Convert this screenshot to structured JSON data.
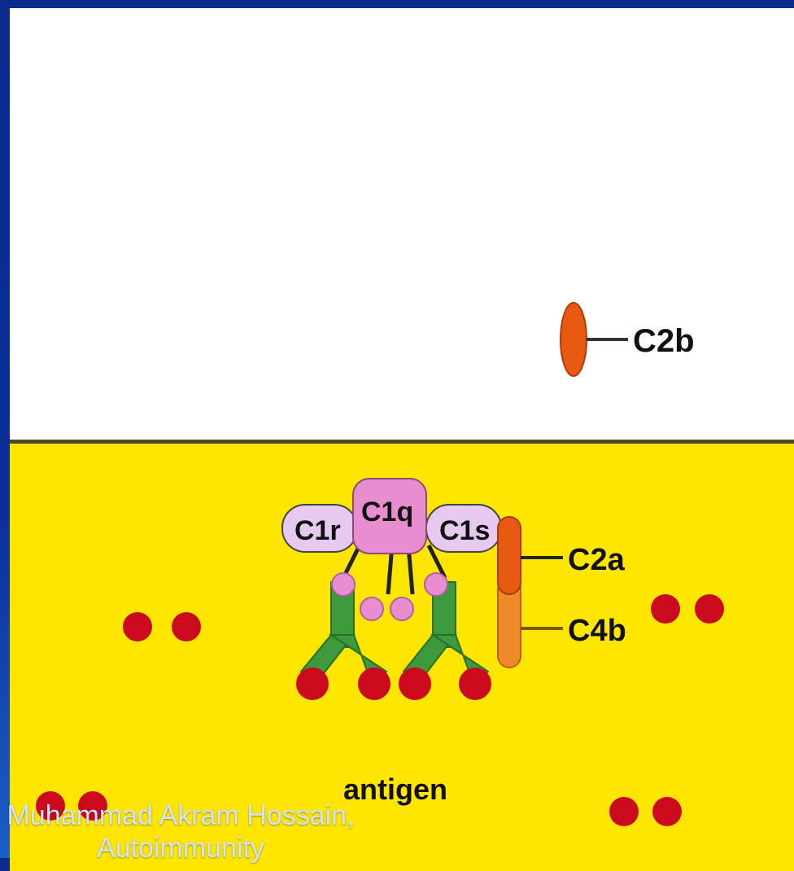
{
  "labels": {
    "c2b": "C2b",
    "c1r": "C1r",
    "c1q": "C1q",
    "c1s": "C1s",
    "c2a": "C2a",
    "c4b": "C4b",
    "antigen": "antigen"
  },
  "credit": {
    "line1": "Muhammad Akram Hossain,",
    "line2": "Autoimmunity"
  },
  "colors": {
    "fluid_phase": "#ffffff",
    "membrane": "#ffe600",
    "antibody": "#3c9a3c",
    "antigen": "#cc0a1e",
    "c1_complex": "#e88ed0",
    "c1_subunits": "#e6c8f0",
    "c2a": "#e85a12",
    "c4b": "#f08a28",
    "c2b": "#e85a12"
  }
}
